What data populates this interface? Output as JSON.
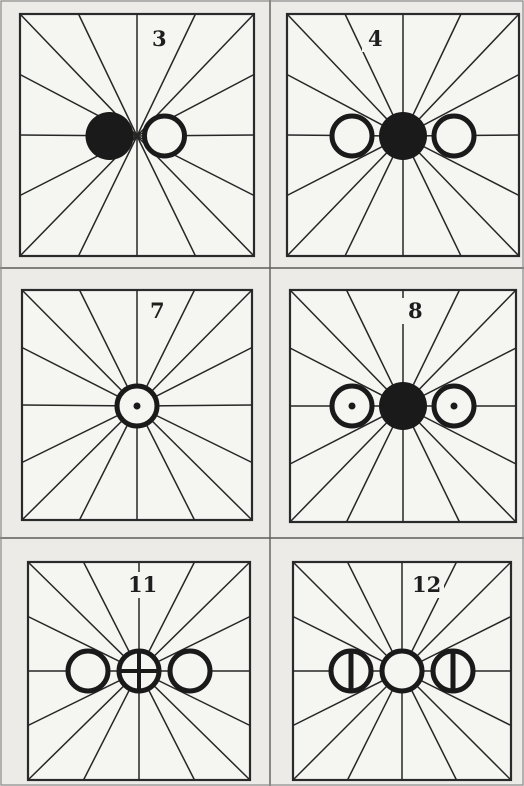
{
  "plate": {
    "colors": {
      "background": "#ecebe7",
      "panel": "#f5f5f2",
      "ink": "#1a1a1a",
      "divider": "#5d5d5d"
    }
  },
  "figures": [
    {
      "number": "3",
      "markers": [
        {
          "style": "filled"
        },
        {
          "style": "ring"
        }
      ]
    },
    {
      "number": "4",
      "markers": [
        {
          "style": "ring"
        },
        {
          "style": "filled"
        },
        {
          "style": "ring"
        }
      ]
    },
    {
      "number": "7",
      "markers": [
        {
          "style": "ring-dot"
        }
      ]
    },
    {
      "number": "8",
      "markers": [
        {
          "style": "ring-dot"
        },
        {
          "style": "filled"
        },
        {
          "style": "ring-dot"
        }
      ]
    },
    {
      "number": "11",
      "markers": [
        {
          "style": "ring"
        },
        {
          "style": "ring-cross"
        },
        {
          "style": "ring"
        }
      ]
    },
    {
      "number": "12",
      "markers": [
        {
          "style": "ring-vbar"
        },
        {
          "style": "ring"
        },
        {
          "style": "ring-vbar"
        }
      ]
    }
  ]
}
